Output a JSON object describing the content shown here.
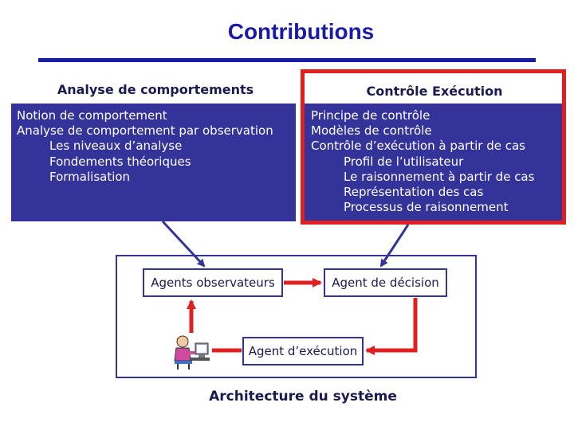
{
  "title": "Contributions",
  "left_column": {
    "heading": "Analyse de comportements",
    "lines": [
      "Notion de comportement",
      "Analyse de comportement par observation",
      "Les niveaux d’analyse",
      "Fondements théoriques",
      "Formalisation"
    ]
  },
  "right_column": {
    "heading": "Contrôle Exécution",
    "lines": [
      "Principe de contrôle",
      "Modèles de contrôle",
      "Contrôle d’exécution à partir de cas",
      "Profil de l’utilisateur",
      "Le raisonnement à partir de cas",
      "Représentation des cas",
      "Processus de raisonnement"
    ]
  },
  "architecture": {
    "agents_observateurs": "Agents observateurs",
    "agent_decision": "Agent de décision",
    "agent_execution": "Agent d’exécution",
    "label": "Architecture du système"
  },
  "colors": {
    "title": "#1a1aa8",
    "panel": "#333399",
    "highlight": "#e02020",
    "arrow_red": "#e02020"
  },
  "icons": [
    "user-at-computer-icon"
  ]
}
